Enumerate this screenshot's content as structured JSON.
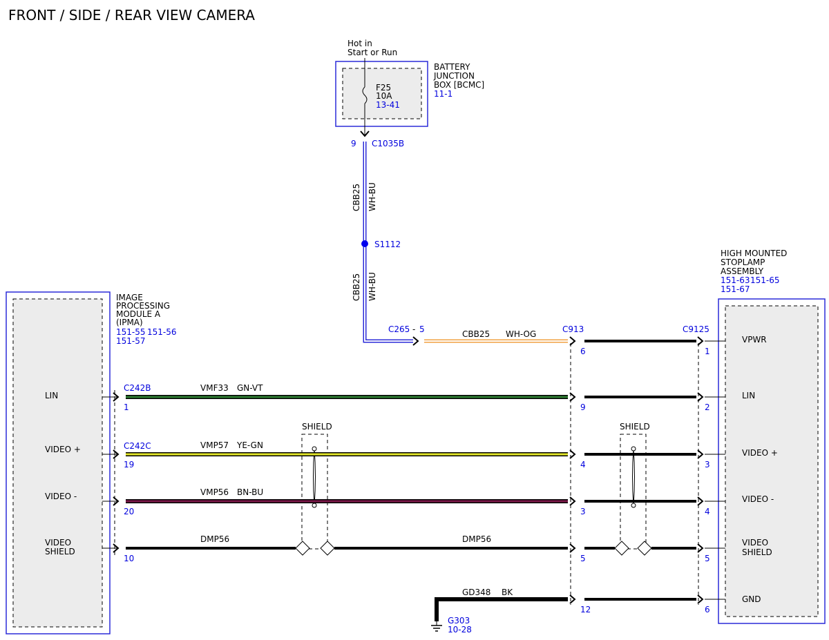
{
  "title": "FRONT / SIDE / REAR VIEW CAMERA",
  "supply": {
    "label_line1": "Hot in",
    "label_line2": "Start or Run",
    "fuse_name": "F25",
    "fuse_rating": "10A",
    "fuse_ref": "13-41"
  },
  "bjb": {
    "line1": "BATTERY",
    "line2": "JUNCTION",
    "line3": "BOX [BCMC]",
    "ref": "11-1",
    "pin": "9",
    "connector": "C1035B"
  },
  "feed": {
    "circuit": "CBB25",
    "color_top": "WH-BU",
    "color_bottom": "WH-BU",
    "splice": "S1112",
    "inline_connector": "C265",
    "inline_dash": "-",
    "inline_pin": "5",
    "after_circuit": "CBB25",
    "after_color": "WH-OG"
  },
  "ipma": {
    "line1": "IMAGE",
    "line2": "PROCESSING",
    "line3": "MODULE A",
    "line4": "(IPMA)",
    "ref1": "151-55",
    "ref2": "151-56",
    "ref3": "151-57",
    "pins": [
      "LIN",
      "VIDEO +",
      "VIDEO -",
      "VIDEO",
      "SHIELD"
    ]
  },
  "hmsl": {
    "line1": "HIGH MOUNTED",
    "line2": "STOPLAMP",
    "line3": "ASSEMBLY",
    "ref1": "151-63",
    "ref2": "151-65",
    "ref3": "151-67",
    "pins": [
      "VPWR",
      "LIN",
      "VIDEO +",
      "VIDEO -",
      "VIDEO",
      "SHIELD",
      "GND"
    ]
  },
  "connectors": {
    "c913": "C913",
    "c9125": "C9125",
    "c242b": "C242B",
    "c242c": "C242C"
  },
  "circuits": [
    {
      "id": "lin",
      "name": "VMF33",
      "color": "GN-VT",
      "ipma_pin": "1",
      "c913_pin": "9",
      "c9125_pin": "2",
      "color_hex": "#2e7d32"
    },
    {
      "id": "vplus",
      "name": "VMP57",
      "color": "YE-GN",
      "ipma_pin": "19",
      "c913_pin": "4",
      "c9125_pin": "3",
      "color_hex": "#e2e62a"
    },
    {
      "id": "vminus",
      "name": "VMP56",
      "color": "BN-BU",
      "ipma_pin": "20",
      "c913_pin": "3",
      "c9125_pin": "4",
      "color_hex": "#7a1848"
    },
    {
      "id": "shield",
      "name": "DMP56",
      "name_right": "DMP56",
      "ipma_pin": "10",
      "c913_pin": "5",
      "c9125_pin": "5",
      "color_hex": "#000000"
    }
  ],
  "power": {
    "c913_pin": "6",
    "c9125_pin": "1"
  },
  "shield_label": "SHIELD",
  "ground": {
    "circuit": "GD348",
    "color": "BK",
    "c913_pin": "12",
    "c9125_pin": "6",
    "ground_point": "G303",
    "ground_ref": "10-28"
  },
  "wire_colors": {
    "feed_blue": "#2a2ad8",
    "orange": "#f0a040"
  }
}
